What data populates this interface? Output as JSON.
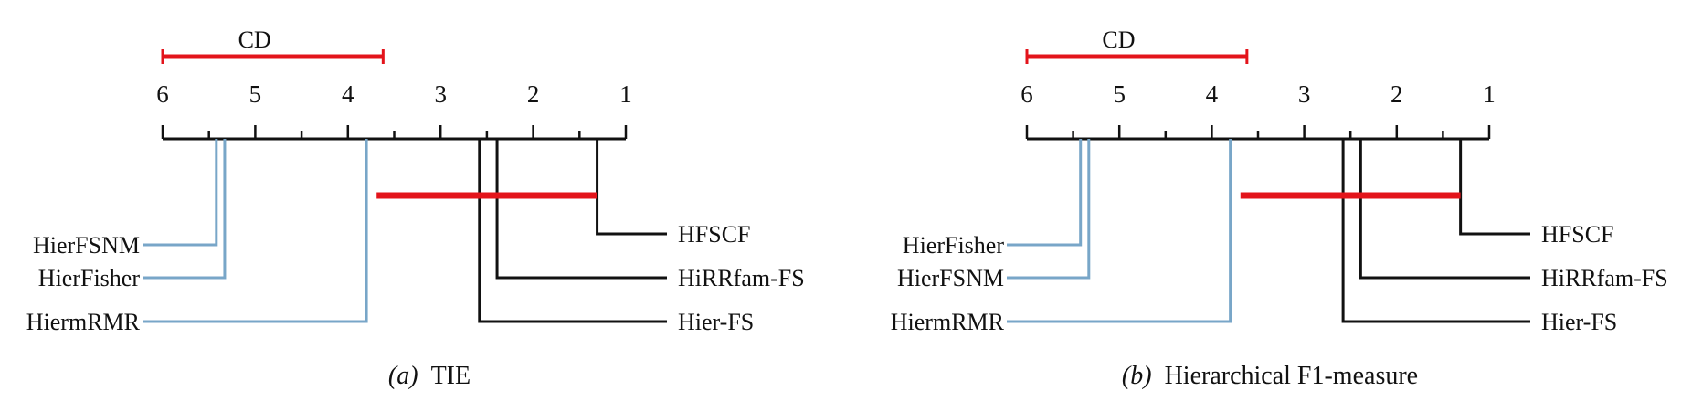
{
  "colors": {
    "axis": "#111111",
    "cd_bar": "#e3141b",
    "clique": "#e3141b",
    "top_methods": "#111111",
    "other_methods": "#78a6c8"
  },
  "panels": [
    {
      "caption_letter": "a",
      "caption_text": "TIE",
      "axis": {
        "min": 1,
        "max": 6,
        "tick_labels": [
          "6",
          "5",
          "4",
          "3",
          "2",
          "1"
        ]
      },
      "cd": {
        "label": "CD",
        "value": 2.38
      },
      "clique": {
        "from": 1.31,
        "to": 3.69
      },
      "methods_left": [
        {
          "name": "HierFSNM",
          "rank": 5.42
        },
        {
          "name": "HierFisher",
          "rank": 5.33
        },
        {
          "name": "HiermRMR",
          "rank": 3.8
        }
      ],
      "methods_right": [
        {
          "name": "HFSCF",
          "rank": 1.31
        },
        {
          "name": "HiRRfam-FS",
          "rank": 2.39
        },
        {
          "name": "Hier-FS",
          "rank": 2.58
        }
      ]
    },
    {
      "caption_letter": "b",
      "caption_text": "Hierarchical F1-measure",
      "axis": {
        "min": 1,
        "max": 6,
        "tick_labels": [
          "6",
          "5",
          "4",
          "3",
          "2",
          "1"
        ]
      },
      "cd": {
        "label": "CD",
        "value": 2.38
      },
      "clique": {
        "from": 1.31,
        "to": 3.69
      },
      "methods_left": [
        {
          "name": "HierFisher",
          "rank": 5.42
        },
        {
          "name": "HierFSNM",
          "rank": 5.33
        },
        {
          "name": "HiermRMR",
          "rank": 3.8
        }
      ],
      "methods_right": [
        {
          "name": "HFSCF",
          "rank": 1.31
        },
        {
          "name": "HiRRfam-FS",
          "rank": 2.39
        },
        {
          "name": "Hier-FS",
          "rank": 2.58
        }
      ]
    }
  ]
}
